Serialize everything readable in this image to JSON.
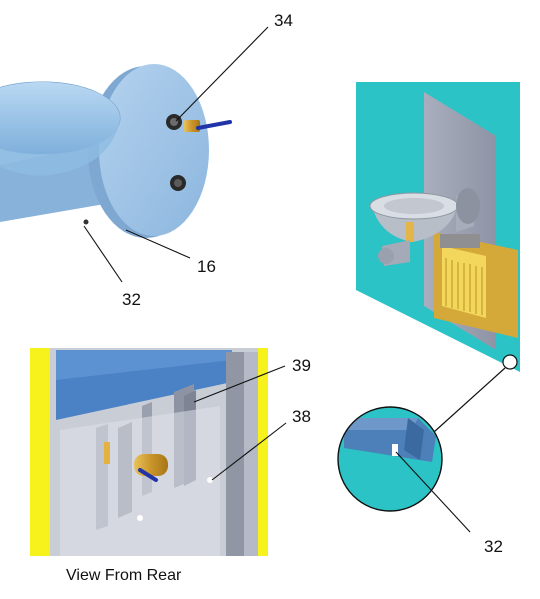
{
  "callouts": {
    "c34": "34",
    "c16": "16",
    "c32_top": "32",
    "c39": "39",
    "c38": "38",
    "c32_right": "32"
  },
  "caption": "View From Rear",
  "colors": {
    "wall_teal": "#2bc3c6",
    "panel_gray": "#9ea4b4",
    "fixture_blue": "#9ec3e4",
    "brass": "#c9a13a",
    "frame_yellow": "#f7f21c",
    "cabinet_blue": "#4a82c5"
  }
}
